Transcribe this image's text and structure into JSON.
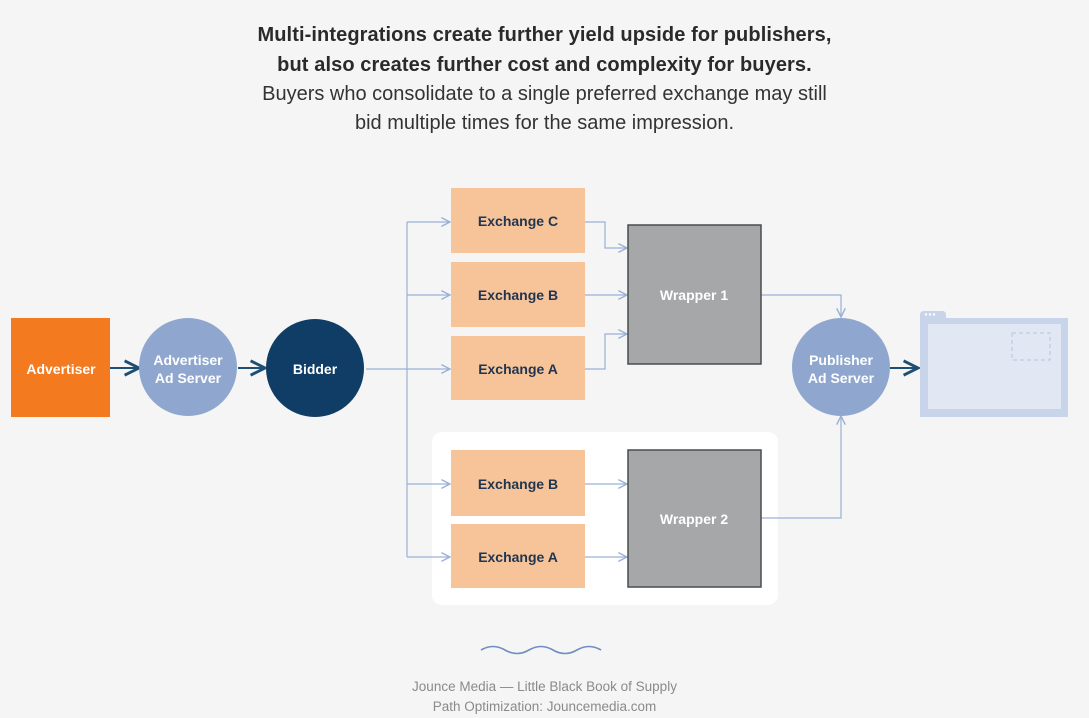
{
  "title": {
    "line1": "Multi-integrations create further yield upside for publishers,",
    "line2": "but also creates further cost and complexity for buyers.",
    "sub1": "Buyers who consolidate to a single preferred exchange may still",
    "sub2": "bid multiple times for the same impression."
  },
  "nodes": {
    "advertiser": "Advertiser",
    "advertiser_ad_server": [
      "Advertiser",
      "Ad Server"
    ],
    "bidder": "Bidder",
    "publisher_ad_server": [
      "Publisher",
      "Ad Server"
    ]
  },
  "group1": {
    "exchanges": [
      "Exchange C",
      "Exchange B",
      "Exchange A"
    ],
    "wrapper": "Wrapper 1"
  },
  "group2": {
    "exchanges": [
      "Exchange B",
      "Exchange A"
    ],
    "wrapper": "Wrapper 2"
  },
  "footer": {
    "line1": "Jounce Media — Little Black Book of Supply",
    "line2": "Path Optimization: Jouncemedia.com"
  },
  "colors": {
    "advertiser": "#f47a20",
    "ad_server": "#8fa7cf",
    "bidder": "#0f3d66",
    "exchange": "#f7c49a",
    "wrapper": "#a5a7a9",
    "connector": "#9ab0d6",
    "main_arrow": "#1d4e73",
    "screen": "#e2e8f3"
  },
  "icons": [
    "wave-divider-icon",
    "browser-window-icon"
  ]
}
